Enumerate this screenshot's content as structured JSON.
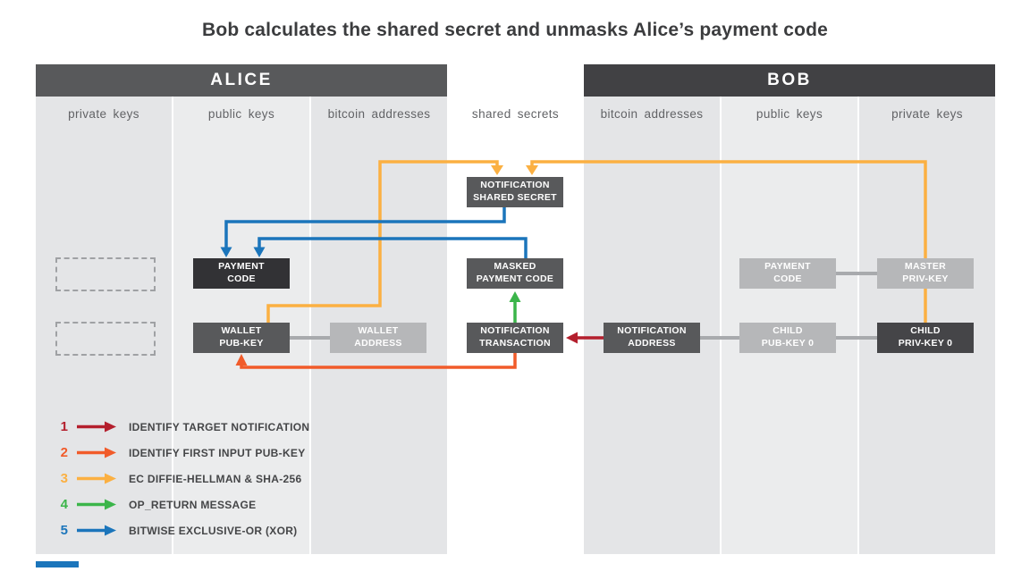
{
  "title": "Bob calculates the shared secret and unmasks Alice’s payment code",
  "alice": {
    "header": "ALICE",
    "columns": [
      "private keys",
      "public keys",
      "bitcoin addresses"
    ]
  },
  "middle": {
    "column": "shared secrets"
  },
  "bob": {
    "header": "BOB",
    "columns": [
      "bitcoin addresses",
      "public keys",
      "private keys"
    ]
  },
  "boxes": {
    "notification_shared_secret": "NOTIFICATION\nSHARED SECRET",
    "payment_code_alice": "PAYMENT\nCODE",
    "masked_payment_code": "MASKED\nPAYMENT CODE",
    "payment_code_bob": "PAYMENT\nCODE",
    "master_priv_key": "MASTER\nPRIV-KEY",
    "wallet_pub_key": "WALLET\nPUB-KEY",
    "wallet_address": "WALLET\nADDRESS",
    "notification_transaction": "NOTIFICATION\nTRANSACTION",
    "notification_address": "NOTIFICATION\nADDRESS",
    "child_pub_key_0": "CHILD\nPUB-KEY 0",
    "child_priv_key_0": "CHILD\nPRIV-KEY 0"
  },
  "legend": {
    "items": [
      {
        "number": "1",
        "label": "IDENTIFY TARGET NOTIFICATION",
        "color": "#b41f2d"
      },
      {
        "number": "2",
        "label": "IDENTIFY FIRST INPUT PUB-KEY",
        "color": "#f15b2a"
      },
      {
        "number": "3",
        "label": "EC DIFFIE-HELLMAN & SHA-256",
        "color": "#fbb042"
      },
      {
        "number": "4",
        "label": "OP_RETURN MESSAGE",
        "color": "#3bb54a"
      },
      {
        "number": "5",
        "label": "BITWISE EXCLUSIVE-OR (XOR)",
        "color": "#1b75bb"
      }
    ]
  },
  "colors": {
    "arrow_red": "#b41f2d",
    "arrow_orange": "#f15b2a",
    "arrow_yellow": "#fbb042",
    "arrow_green": "#3bb54a",
    "arrow_blue": "#1b75bb",
    "box_dark": "#58595b",
    "box_darkest": "#323235",
    "box_light": "#b6b7b9",
    "alice_header_bg": "#58595b",
    "bob_header_bg": "#414144",
    "connector_gray": "#a8aaad"
  }
}
